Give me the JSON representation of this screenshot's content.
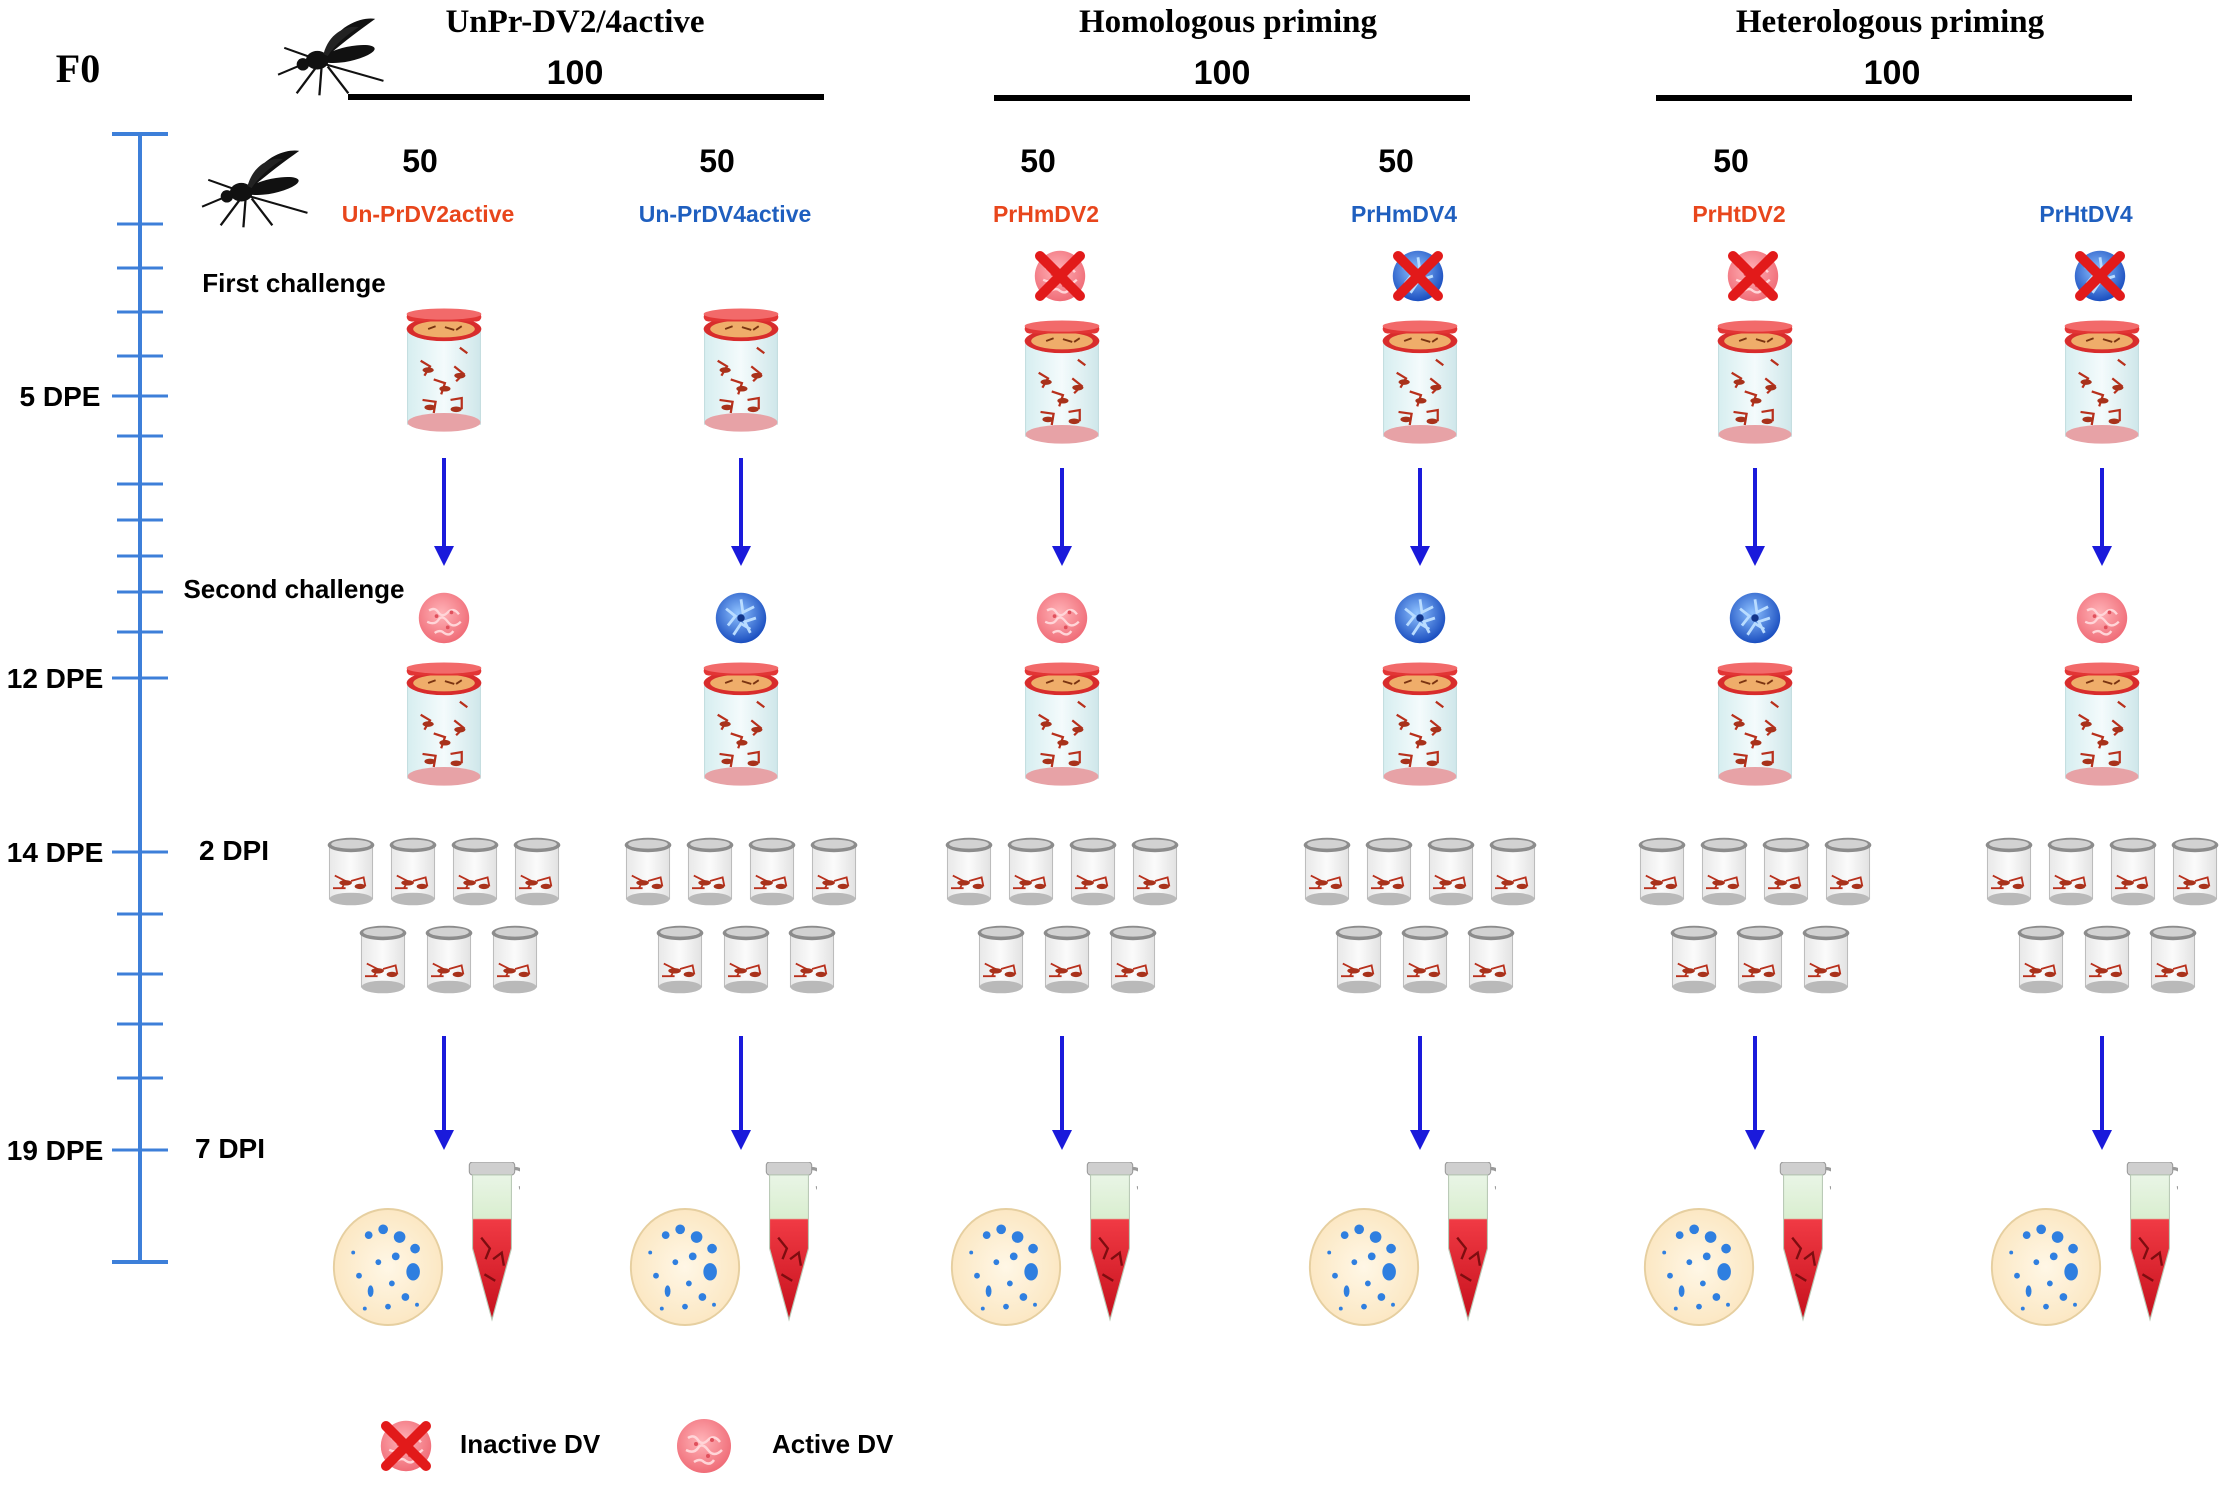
{
  "generation_label": "F0",
  "groups": [
    {
      "title": "UnPr-DV2/4active",
      "count": "100"
    },
    {
      "title": "Homologous priming",
      "count": "100"
    },
    {
      "title": "Heterologous priming",
      "count": "100"
    }
  ],
  "subgroups": [
    {
      "count": "50",
      "label": "Un-PrDV2active",
      "color": "#e8461c",
      "first_challenge": "none",
      "second_challenge": "DV2"
    },
    {
      "count": "50",
      "label": "Un-PrDV4active",
      "color": "#1f5fbf",
      "first_challenge": "none",
      "second_challenge": "DV4"
    },
    {
      "count": "50",
      "label": "PrHmDV2",
      "color": "#e8461c",
      "first_challenge": "inactive-DV2",
      "second_challenge": "DV2"
    },
    {
      "count": "50",
      "label": "PrHmDV4",
      "color": "#1f5fbf",
      "first_challenge": "inactive-DV4",
      "second_challenge": "DV4"
    },
    {
      "count": "50",
      "label": "PrHtDV2",
      "color": "#e8461c",
      "first_challenge": "inactive-DV2",
      "second_challenge": "DV4"
    },
    {
      "count": "",
      "label": "PrHtDV4",
      "color": "#1f5fbf",
      "first_challenge": "inactive-DV4",
      "second_challenge": "DV2"
    }
  ],
  "timeline": {
    "dpe_labels": [
      "5 DPE",
      "12 DPE",
      "14 DPE",
      "19 DPE"
    ],
    "dpi_labels": [
      "2 DPI",
      "7 DPI"
    ]
  },
  "steps": {
    "first_challenge": "First challenge",
    "second_challenge": "Second challenge"
  },
  "legend": {
    "inactive": "Inactive DV",
    "active": "Active DV"
  },
  "colors": {
    "dv2_red": "#e8461c",
    "dv4_blue": "#1f5fbf",
    "arrow_blue": "#1a1adb",
    "timeline_blue": "#3d7fd9",
    "cross_red": "#e21a1a"
  },
  "icons": {
    "mosquito": "mosquito-icon",
    "cage": "mosquito-cage-icon",
    "cup": "mosquito-cup-icon",
    "plate": "plaque-plate-icon",
    "tube": "sample-tube-icon",
    "active_virus": "active-virus-icon",
    "inactive_virus": "inactive-virus-icon"
  }
}
